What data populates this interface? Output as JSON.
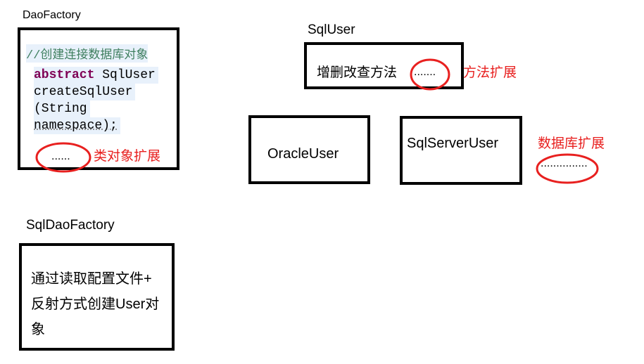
{
  "dao_factory": {
    "title": "DaoFactory",
    "comment": "//创建连接数据库对象",
    "code_keyword": "abstract",
    "code_line1_rest": " SqlUser",
    "code_line2": "createSqlUser",
    "code_line3": "(String",
    "code_line4": "namespace);",
    "dots": "......",
    "extension_note": "类对象扩展"
  },
  "sql_user": {
    "title": "SqlUser",
    "methods_text": "增删改查方法",
    "dots": ".......",
    "extension_note": "方法扩展"
  },
  "oracle_user": {
    "label": "OracleUser"
  },
  "sqlserver_user": {
    "label": "SqlServerUser",
    "dots": "...............",
    "extension_note": "数据库扩展"
  },
  "sql_dao_factory": {
    "title": "SqlDaoFactory",
    "line1": "通过读取配置文件+",
    "line2": "反射方式创建User对",
    "line3": "象"
  },
  "colors": {
    "annotation_red": "#e8201f",
    "comment_green": "#3f7f5f",
    "keyword_purple": "#7f0055",
    "code_highlight": "#e8f1fb"
  }
}
